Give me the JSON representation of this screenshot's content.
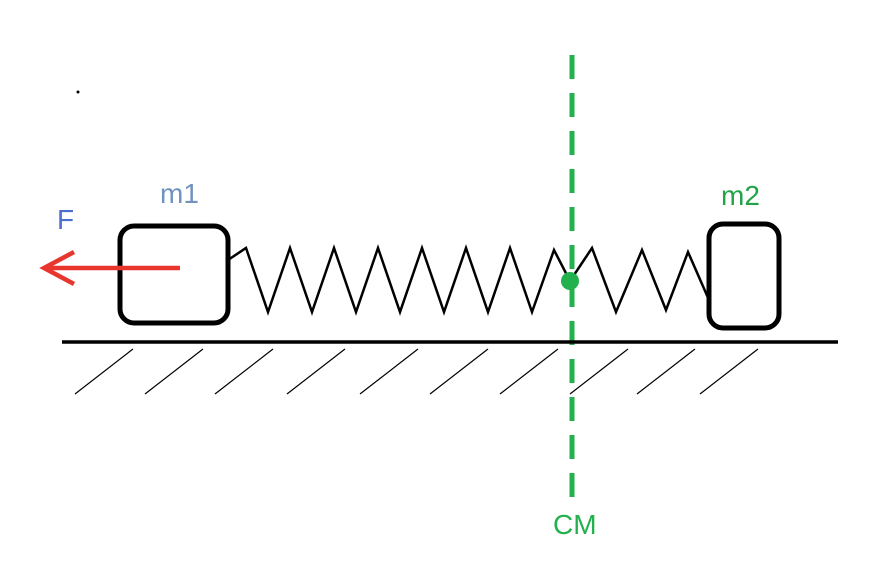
{
  "diagram": {
    "title": "two-mass spring system on ground with applied force and center of mass marker",
    "labels": {
      "force": "F",
      "mass1": "m1",
      "mass2": "m2",
      "center_of_mass": "CM"
    },
    "colors": {
      "force_label": "#4a6fd1",
      "mass1_label": "#7092be",
      "mass2_label": "#22a347",
      "cm_green": "#22b14c",
      "arrow_red": "#e8362e",
      "ink": "#000000",
      "background": "#ffffff"
    }
  }
}
